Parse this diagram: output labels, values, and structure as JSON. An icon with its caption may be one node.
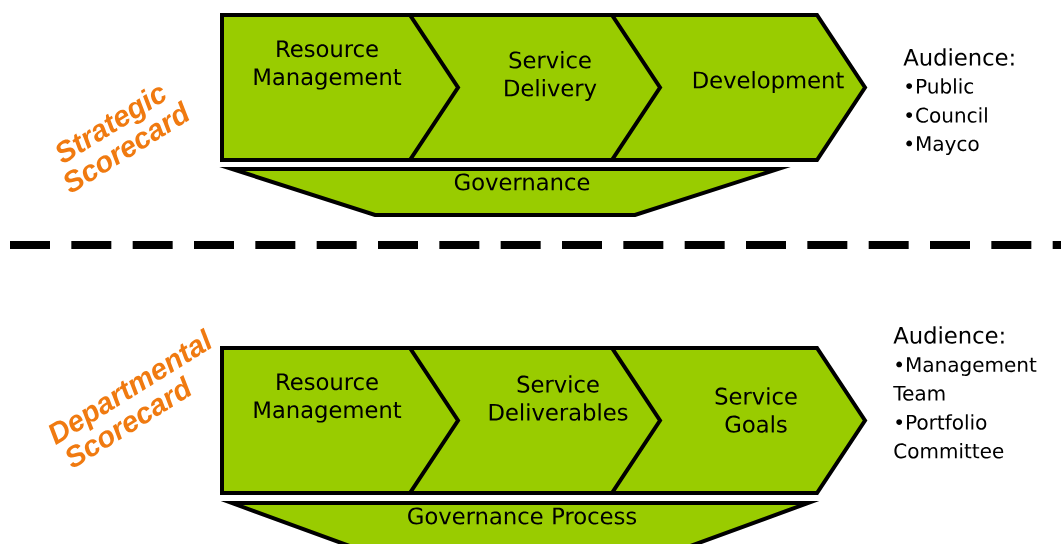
{
  "diagram": {
    "nodes": [
      {
        "text": [
          "Resource Management"
        ]
      },
      {
        "text": [
          "Service Delivery"
        ]
      },
      {
        "text": [
          "Development"
        ]
      },
      {
        "text": [
          "Governance"
        ]
      },
      {
        "text": [
          "Resource Management"
        ]
      },
      {
        "text": [
          "Service Deliverables"
        ]
      },
      {
        "text": [
          "Service Goals"
        ]
      },
      {
        "text": [
          "Governance Process"
        ]
      }
    ],
    "labels": [
      "Strategic Scorecard",
      "Audience:",
      "•Public",
      "•Council",
      "•Mayco",
      "Departmental Scorecard",
      "Audience:",
      "•Management Team",
      "•Portfolio Committee"
    ]
  }
}
